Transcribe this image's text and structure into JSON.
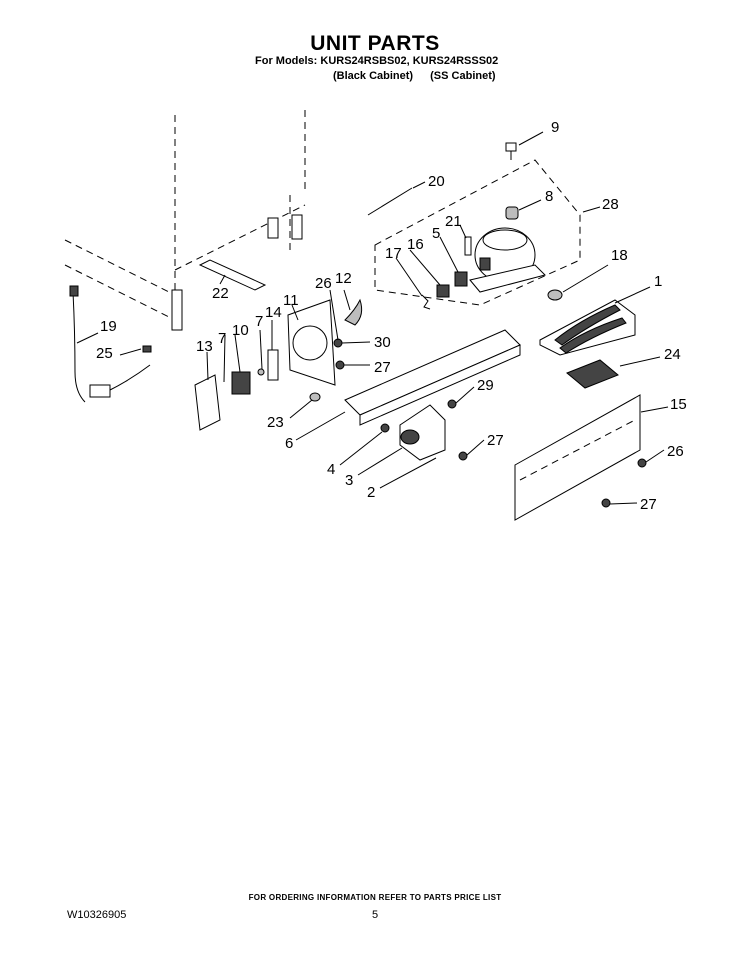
{
  "header": {
    "title": "UNIT PARTS",
    "models_line": "For Models: KURS24RSBS02, KURS24RSSS02",
    "variant_black": "(Black Cabinet)",
    "variant_ss": "(SS Cabinet)"
  },
  "callouts": [
    "9",
    "20",
    "8",
    "28",
    "21",
    "5",
    "16",
    "17",
    "18",
    "26",
    "12",
    "1",
    "11",
    "19",
    "22",
    "14",
    "7",
    "30",
    "10",
    "13",
    "7",
    "25",
    "27",
    "24",
    "29",
    "15",
    "23",
    "6",
    "27",
    "4",
    "26",
    "3",
    "2",
    "27"
  ],
  "footer": {
    "ordering_note": "FOR ORDERING INFORMATION REFER TO PARTS PRICE LIST",
    "document_number": "W10326905",
    "page_number": "5"
  }
}
